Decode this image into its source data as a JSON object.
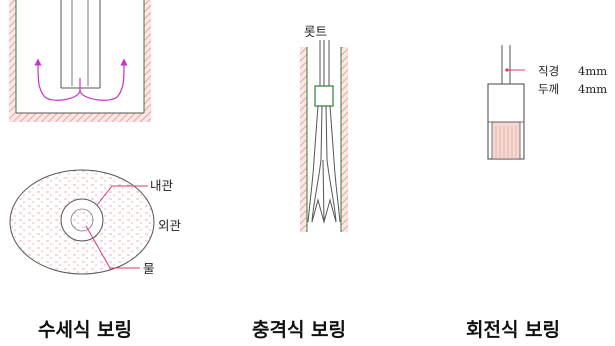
{
  "captions": {
    "washing": "수세식 보링",
    "percussion": "충격식 보링",
    "rotary": "회전식 보링"
  },
  "labels": {
    "inner_pipe": "내관",
    "outer_pipe": "외관",
    "water": "물",
    "rod": "롯트",
    "diameter": "직경",
    "diameter_value": "4mm",
    "thickness": "두께",
    "thickness_value": "4mm"
  },
  "colors": {
    "hatch": "#e9a5a0",
    "pipe_line": "#2f7d38",
    "flow_arrow": "#cc33cc",
    "leader": "#d9387a",
    "bit_fill": "#f6d8d3",
    "outline": "#555555"
  }
}
